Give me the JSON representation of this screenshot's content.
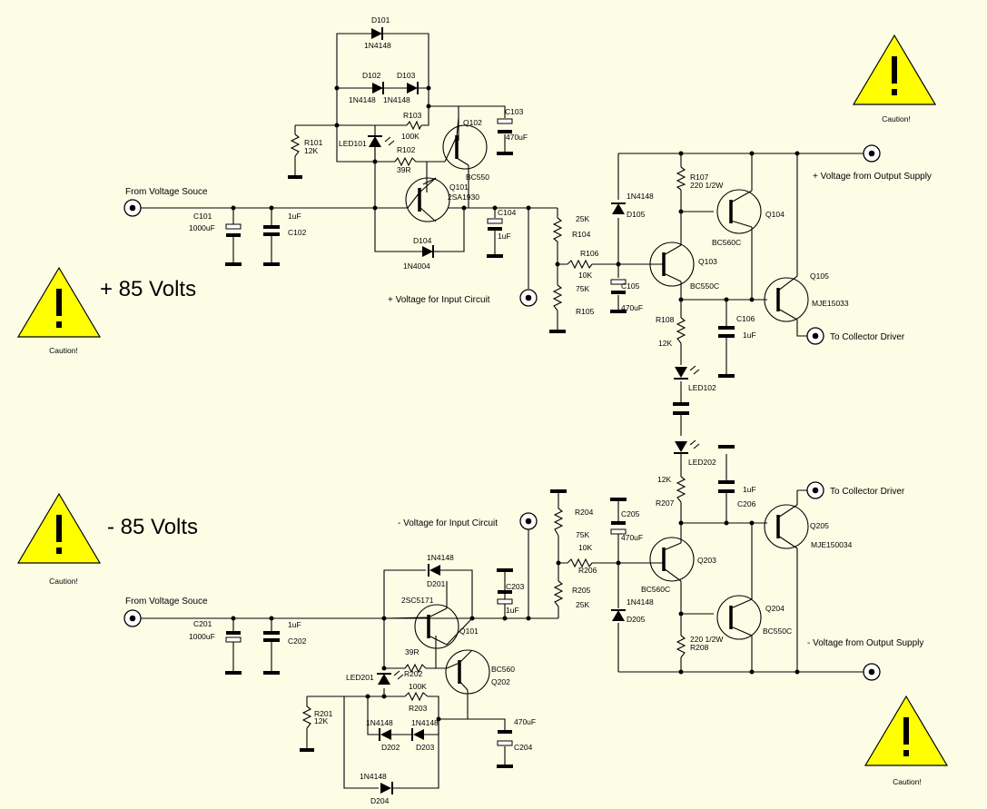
{
  "title_pos": "+ 85 Volts",
  "title_neg": "- 85 Volts",
  "caution": "Caution!",
  "warning_color": "#ffff00",
  "top": {
    "from_source": "From Voltage Souce",
    "input_circuit": "+ Voltage for Input Circuit",
    "output_supply": "+ Voltage from Output Supply",
    "collector_driver": "To Collector Driver",
    "C101": "C101",
    "C101_val": "1000uF",
    "C102": "C102",
    "C102_val": "1uF",
    "C103": "C103",
    "C103_val": "470uF",
    "C104": "C104",
    "C104_val": "1uF",
    "C105": "C105",
    "C105_val": "470uF",
    "C106": "C106",
    "C106_val": "1uF",
    "D101": "D101",
    "D101_val": "1N4148",
    "D102": "D102",
    "D102_val": "1N4148",
    "D103": "D103",
    "D103_val": "1N4148",
    "D104": "D104",
    "D104_val": "1N4004",
    "D105": "D105",
    "D105_val": "1N4148",
    "R101": "R101",
    "R101_val": "12K",
    "R102": "R102",
    "R102_val": "39R",
    "R103": "R103",
    "R103_val": "100K",
    "R104": "R104",
    "R104_val": "25K",
    "R105": "R105",
    "R105_val": "75K",
    "R106": "R106",
    "R106_val": "10K",
    "R107": "R107",
    "R107_val": "220 1/2W",
    "R108": "R108",
    "R108_val": "12K",
    "LED101": "LED101",
    "LED102": "LED102",
    "Q101": "Q101",
    "Q101_val": "2SA1930",
    "Q102": "Q102",
    "Q102_val": "BC550",
    "Q103": "Q103",
    "Q103_val": "BC550C",
    "Q104": "Q104",
    "Q104_val": "BC560C",
    "Q105": "Q105",
    "Q105_val": "MJE15033"
  },
  "bottom": {
    "from_source": "From Voltage Souce",
    "input_circuit": "- Voltage for Input Circuit",
    "output_supply": "- Voltage from Output Supply",
    "collector_driver": "To Collector Driver",
    "C201": "C201",
    "C201_val": "1000uF",
    "C202": "C202",
    "C202_val": "1uF",
    "C203": "C203",
    "C203_val": "1uF",
    "C204": "C204",
    "C204_val": "470uF",
    "C205": "C205",
    "C205_val": "470uF",
    "C206": "C206",
    "C206_val": "1uF",
    "D201": "D201",
    "D201_val": "1N4148",
    "D202": "D202",
    "D202_val": "1N4148",
    "D203": "D203",
    "D203_val": "1N4148",
    "D204": "D204",
    "D204_val": "1N4148",
    "D205": "D205",
    "D205_val": "1N4148",
    "R201": "R201",
    "R201_val": "12K",
    "R202": "R202",
    "R202_val": "39R",
    "R203": "R203",
    "R203_val": "100K",
    "R204": "R204",
    "R204_val": "75K",
    "R205": "R205",
    "R205_val": "25K",
    "R206": "R206",
    "R206_val": "10K",
    "R207": "R207",
    "R207_val": "12K",
    "R208": "R208",
    "R208_val": "220 1/2W",
    "LED201": "LED201",
    "LED202": "LED202",
    "Q201": "Q101",
    "Q201_val": "2SC5171",
    "Q202": "Q202",
    "Q202_val": "BC560",
    "Q203": "Q203",
    "Q203_val": "BC560C",
    "Q204": "Q204",
    "Q204_val": "BC550C",
    "Q205": "Q205",
    "Q205_val": "MJE150034"
  }
}
